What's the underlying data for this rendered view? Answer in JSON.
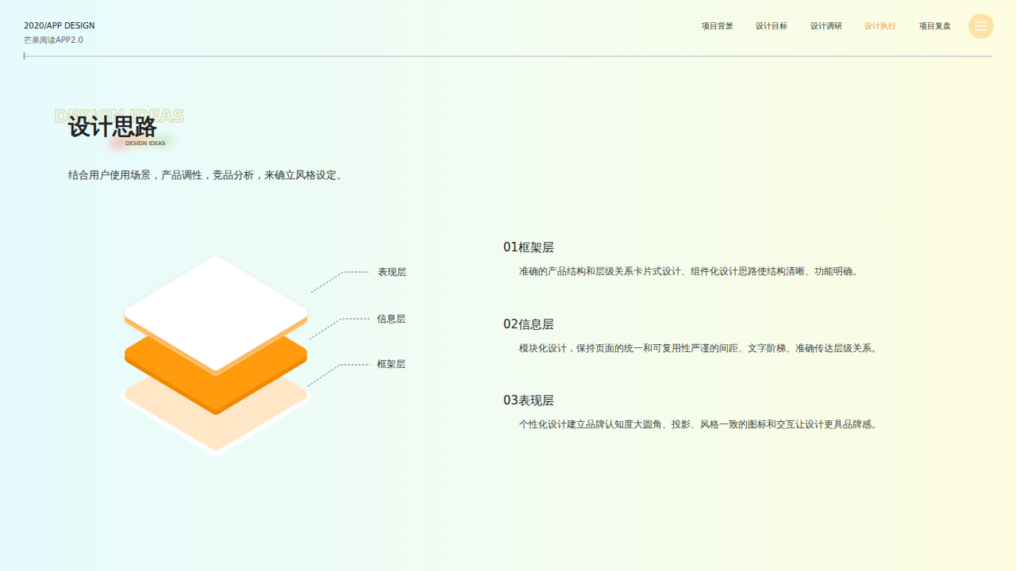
{
  "diagram": {
    "title": "设计思路",
    "labels": [
      "2020/APP DESIGN",
      "芒果阅读APP2.0",
      "项目背景",
      "设计目标",
      "设计调研",
      "设计执行",
      "项目复盘",
      "DESIGN IDEAS",
      "DESIGN IDEAS",
      "结合用户使用场景，产品调性，竞品分析，来确立风格设定。",
      "表现层",
      "信息层",
      "框架层",
      "01框架层",
      "准确的产品结构和层级关系卡片式设计、组件化设计思路使结构清晰、功能明确。",
      "02信息层",
      "模块化设计，保持页面的统一和可复用性严谨的间距、文字阶梯、准确传达层级关系。",
      "03表现层",
      "个性化设计建立品牌认知度大圆角、投影、风格一致的图标和交互让设计更具品牌感。"
    ]
  }
}
